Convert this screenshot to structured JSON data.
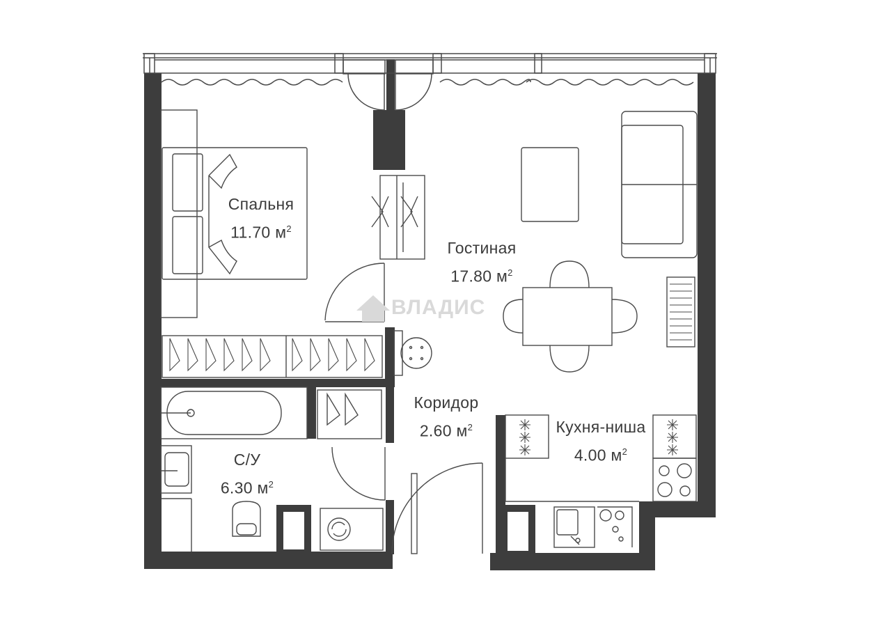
{
  "rooms": {
    "bedroom": {
      "name": "Спальня",
      "area": "11.70 м",
      "sup": "2"
    },
    "living": {
      "name": "Гостиная",
      "area": "17.80 м",
      "sup": "2"
    },
    "corridor": {
      "name": "Коридор",
      "area": "2.60 м",
      "sup": "2"
    },
    "kitchen": {
      "name": "Кухня-ниша",
      "area": "4.00 м",
      "sup": "2"
    },
    "bath": {
      "name": "С/У",
      "area": "6.30 м",
      "sup": "2"
    }
  },
  "watermark": {
    "text": "ВЛАДИС",
    "icon": "house-icon"
  },
  "colors": {
    "wall": "#3d3d3d",
    "line": "#4a4a4a",
    "background": "#ffffff",
    "watermark": "#d9d9d9"
  }
}
